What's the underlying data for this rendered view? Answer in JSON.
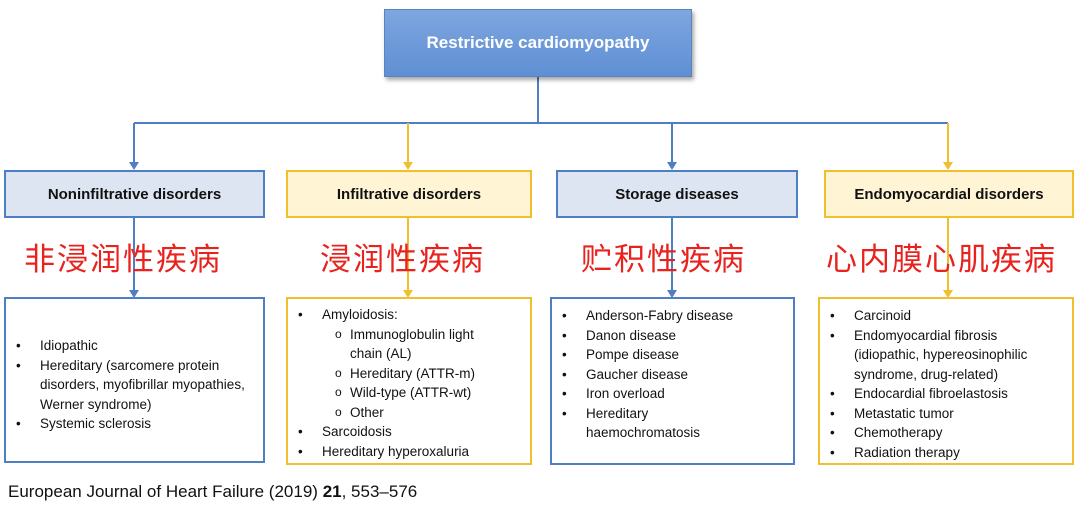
{
  "root": {
    "label": "Restrictive cardiomyopathy"
  },
  "categories": [
    {
      "title": "Noninfiltrative disorders",
      "chinese": "非浸润性疾病",
      "items": [
        "Idiopathic",
        "Hereditary (sarcomere protein disorders, myofibrillar myopathies, Werner syndrome)",
        "Systemic sclerosis"
      ]
    },
    {
      "title": "Infiltrative disorders",
      "chinese": "浸润性疾病",
      "items": [
        "Amyloidosis:",
        "Immunoglobulin light chain (AL)",
        "Hereditary (ATTR-m)",
        "Wild-type (ATTR-wt)",
        "Other",
        "Sarcoidosis",
        "Hereditary hyperoxaluria"
      ]
    },
    {
      "title": "Storage diseases",
      "chinese": "贮积性疾病",
      "items": [
        "Anderson-Fabry disease",
        "Danon disease",
        "Pompe disease",
        "Gaucher disease",
        "Iron overload",
        "Hereditary haemochromatosis"
      ]
    },
    {
      "title": "Endomyocardial disorders",
      "chinese": "心内膜心肌疾病",
      "items": [
        "Carcinoid",
        "Endomyocardial fibrosis (idiopathic, hypereosinophilic syndrome, drug-related)",
        "Endocardial fibroelastosis",
        "Metastatic tumor",
        "Chemotherapy",
        "Radiation therapy"
      ]
    }
  ],
  "citation": {
    "journal": "European Journal of Heart Failure (2019)",
    "volume": "21",
    "pages": ", 553–576"
  },
  "colors": {
    "blue": "#4e7fc4",
    "yellow": "#f0bf2e",
    "chinese_text": "#e8231e"
  }
}
